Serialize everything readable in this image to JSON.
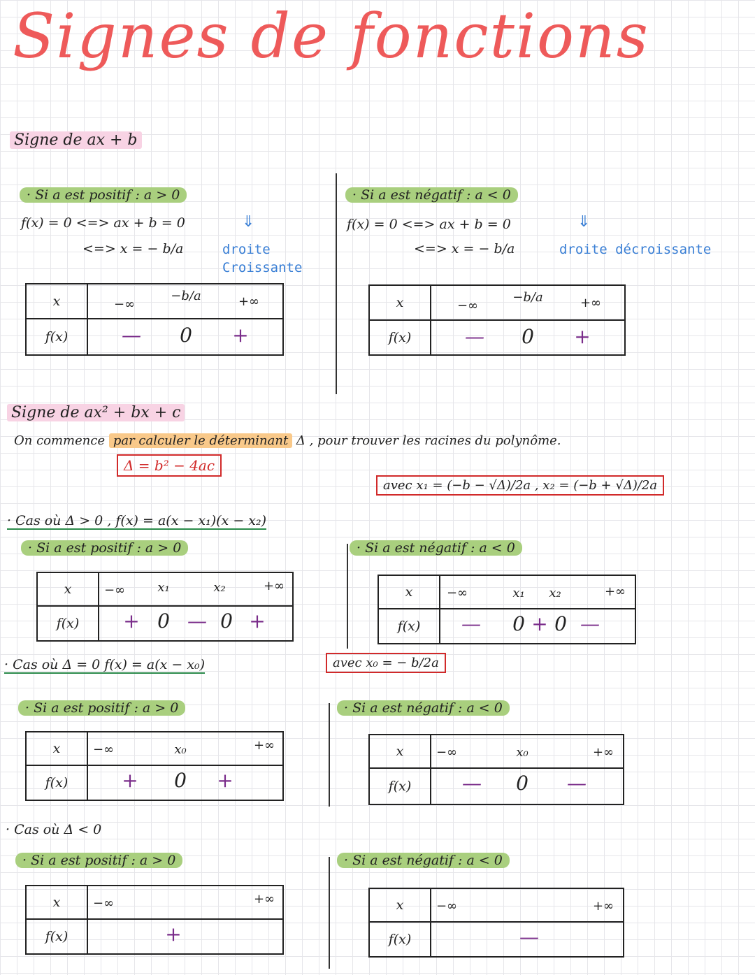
{
  "title": "Signes de fonctions",
  "section1": {
    "heading": "Signe de ax + b",
    "left": {
      "case": "· Si a est positif : a > 0",
      "line1": "f(x) = 0 <=> ax + b = 0",
      "line2": "<=>  x = − b/a",
      "arrow": "⇓",
      "note1": "droite",
      "note2": "Croissante",
      "table": {
        "x": "x",
        "fx": "f(x)",
        "minf": "−∞",
        "root": "−b/a",
        "pinf": "+∞",
        "s1": "—",
        "zero": "0",
        "s2": "+"
      }
    },
    "right": {
      "case": "· Si a est négatif : a < 0",
      "line1": "f(x) = 0 <=> ax + b = 0",
      "line2": "<=>  x = − b/a",
      "arrow": "⇓",
      "note1": "droite décroissante",
      "table": {
        "x": "x",
        "fx": "f(x)",
        "minf": "−∞",
        "root": "−b/a",
        "pinf": "+∞",
        "s1": "—",
        "zero": "0",
        "s2": "+"
      }
    }
  },
  "section2": {
    "heading": "Signe de ax² + bx + c",
    "intro_a": "On commence",
    "intro_b": "par calculer le déterminant",
    "intro_c": "Δ , pour trouver les racines du polynôme.",
    "formula": "Δ = b² − 4ac",
    "roots": "avec  x₁ = (−b − √Δ)/2a ,  x₂ = (−b + √Δ)/2a",
    "case_pos": {
      "heading": "· Cas où Δ > 0 , f(x) = a(x − x₁)(x − x₂)",
      "left_case": "· Si a est positif : a > 0",
      "right_case": "· Si a est négatif : a < 0",
      "left_table": {
        "x": "x",
        "fx": "f(x)",
        "minf": "−∞",
        "r1": "x₁",
        "r2": "x₂",
        "pinf": "+∞",
        "s1": "+",
        "s2": "—",
        "s3": "+",
        "zero": "0"
      },
      "right_table": {
        "x": "x",
        "fx": "f(x)",
        "minf": "−∞",
        "r1": "x₁",
        "r2": "x₂",
        "pinf": "+∞",
        "s1": "—",
        "s2": "+",
        "s3": "—",
        "zero": "0"
      }
    },
    "case_zero": {
      "heading": "· Cas où Δ = 0   f(x) = a(x − x₀)",
      "avec": "avec  x₀ = − b/2a",
      "left_case": "· Si a est positif : a > 0",
      "right_case": "· Si a est négatif : a < 0",
      "left_table": {
        "x": "x",
        "fx": "f(x)",
        "minf": "−∞",
        "r": "x₀",
        "pinf": "+∞",
        "s1": "+",
        "s2": "+",
        "zero": "0"
      },
      "right_table": {
        "x": "x",
        "fx": "f(x)",
        "minf": "−∞",
        "r": "x₀",
        "pinf": "+∞",
        "s1": "—",
        "s2": "—",
        "zero": "0"
      }
    },
    "case_neg": {
      "heading": "· Cas où Δ < 0",
      "left_case": "· Si a est positif : a > 0",
      "right_case": "· Si a est négatif : a < 0",
      "left_table": {
        "x": "x",
        "fx": "f(x)",
        "minf": "−∞",
        "pinf": "+∞",
        "s1": "+"
      },
      "right_table": {
        "x": "x",
        "fx": "f(x)",
        "minf": "−∞",
        "pinf": "+∞",
        "s1": "—"
      }
    }
  }
}
